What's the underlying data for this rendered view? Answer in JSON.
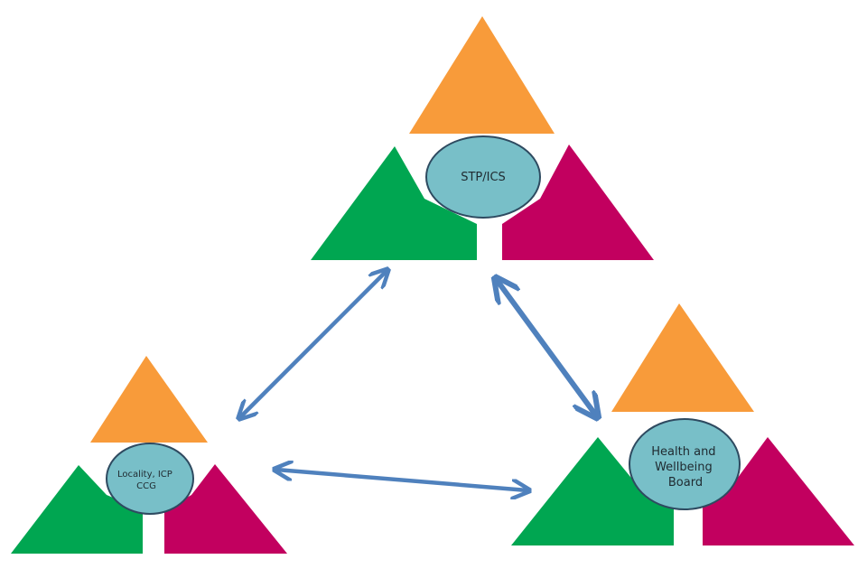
{
  "colors": {
    "orange": "#F89B3A",
    "green": "#00A651",
    "magenta": "#C2005F",
    "circle_fill": "#78BFC8",
    "circle_stroke": "#2E4A60",
    "arrow": "#4F81BD",
    "background": "#FFFFFF"
  },
  "nodes": {
    "stp": {
      "label_lines": [
        "STP/ICS"
      ]
    },
    "locality": {
      "label_lines": [
        "Locality, ICP",
        "CCG"
      ]
    },
    "hwb": {
      "label_lines": [
        "Health and",
        "Wellbeing",
        "Board"
      ]
    }
  },
  "connections": [
    {
      "from": "stp",
      "to": "locality",
      "direction": "bidirectional"
    },
    {
      "from": "stp",
      "to": "hwb",
      "direction": "bidirectional"
    },
    {
      "from": "locality",
      "to": "hwb",
      "direction": "bidirectional"
    }
  ]
}
